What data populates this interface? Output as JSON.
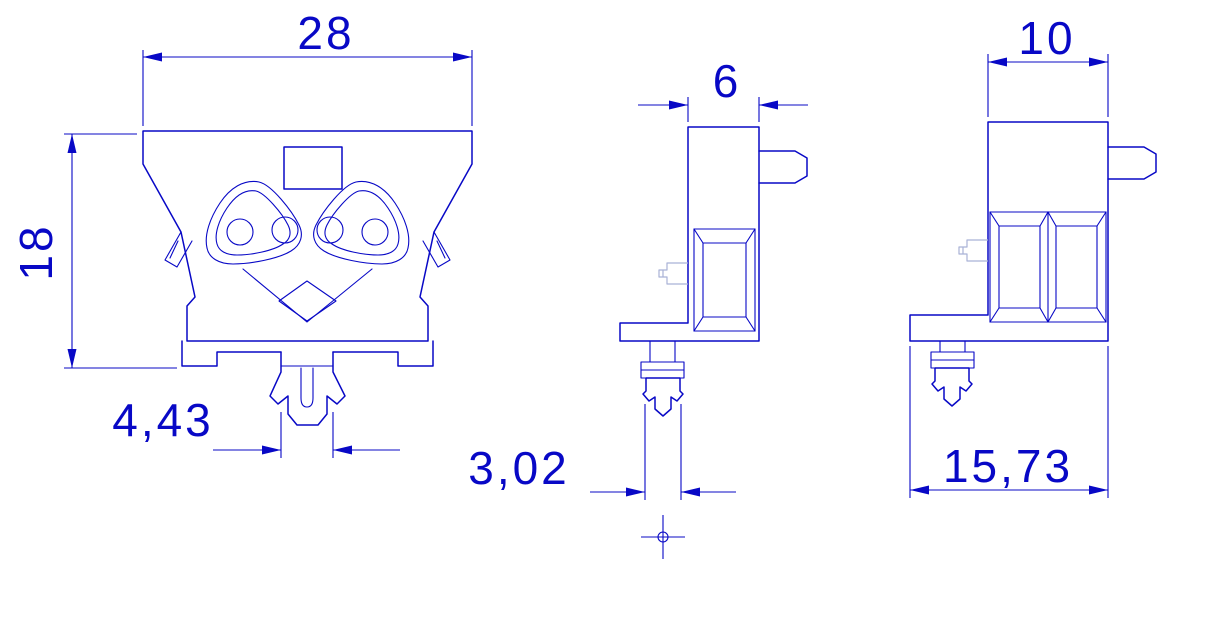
{
  "drawing": {
    "stroke_color": "#0808c6",
    "light_detail_color": "#a9b2d6",
    "dimensions": {
      "front_overall_width": "28",
      "front_overall_height": "18",
      "snap_foot_width": "4,43",
      "side_body_width": "6",
      "snap_pin_width": "3,02",
      "end_body_width": "10",
      "end_overall_width": "15,73"
    }
  }
}
